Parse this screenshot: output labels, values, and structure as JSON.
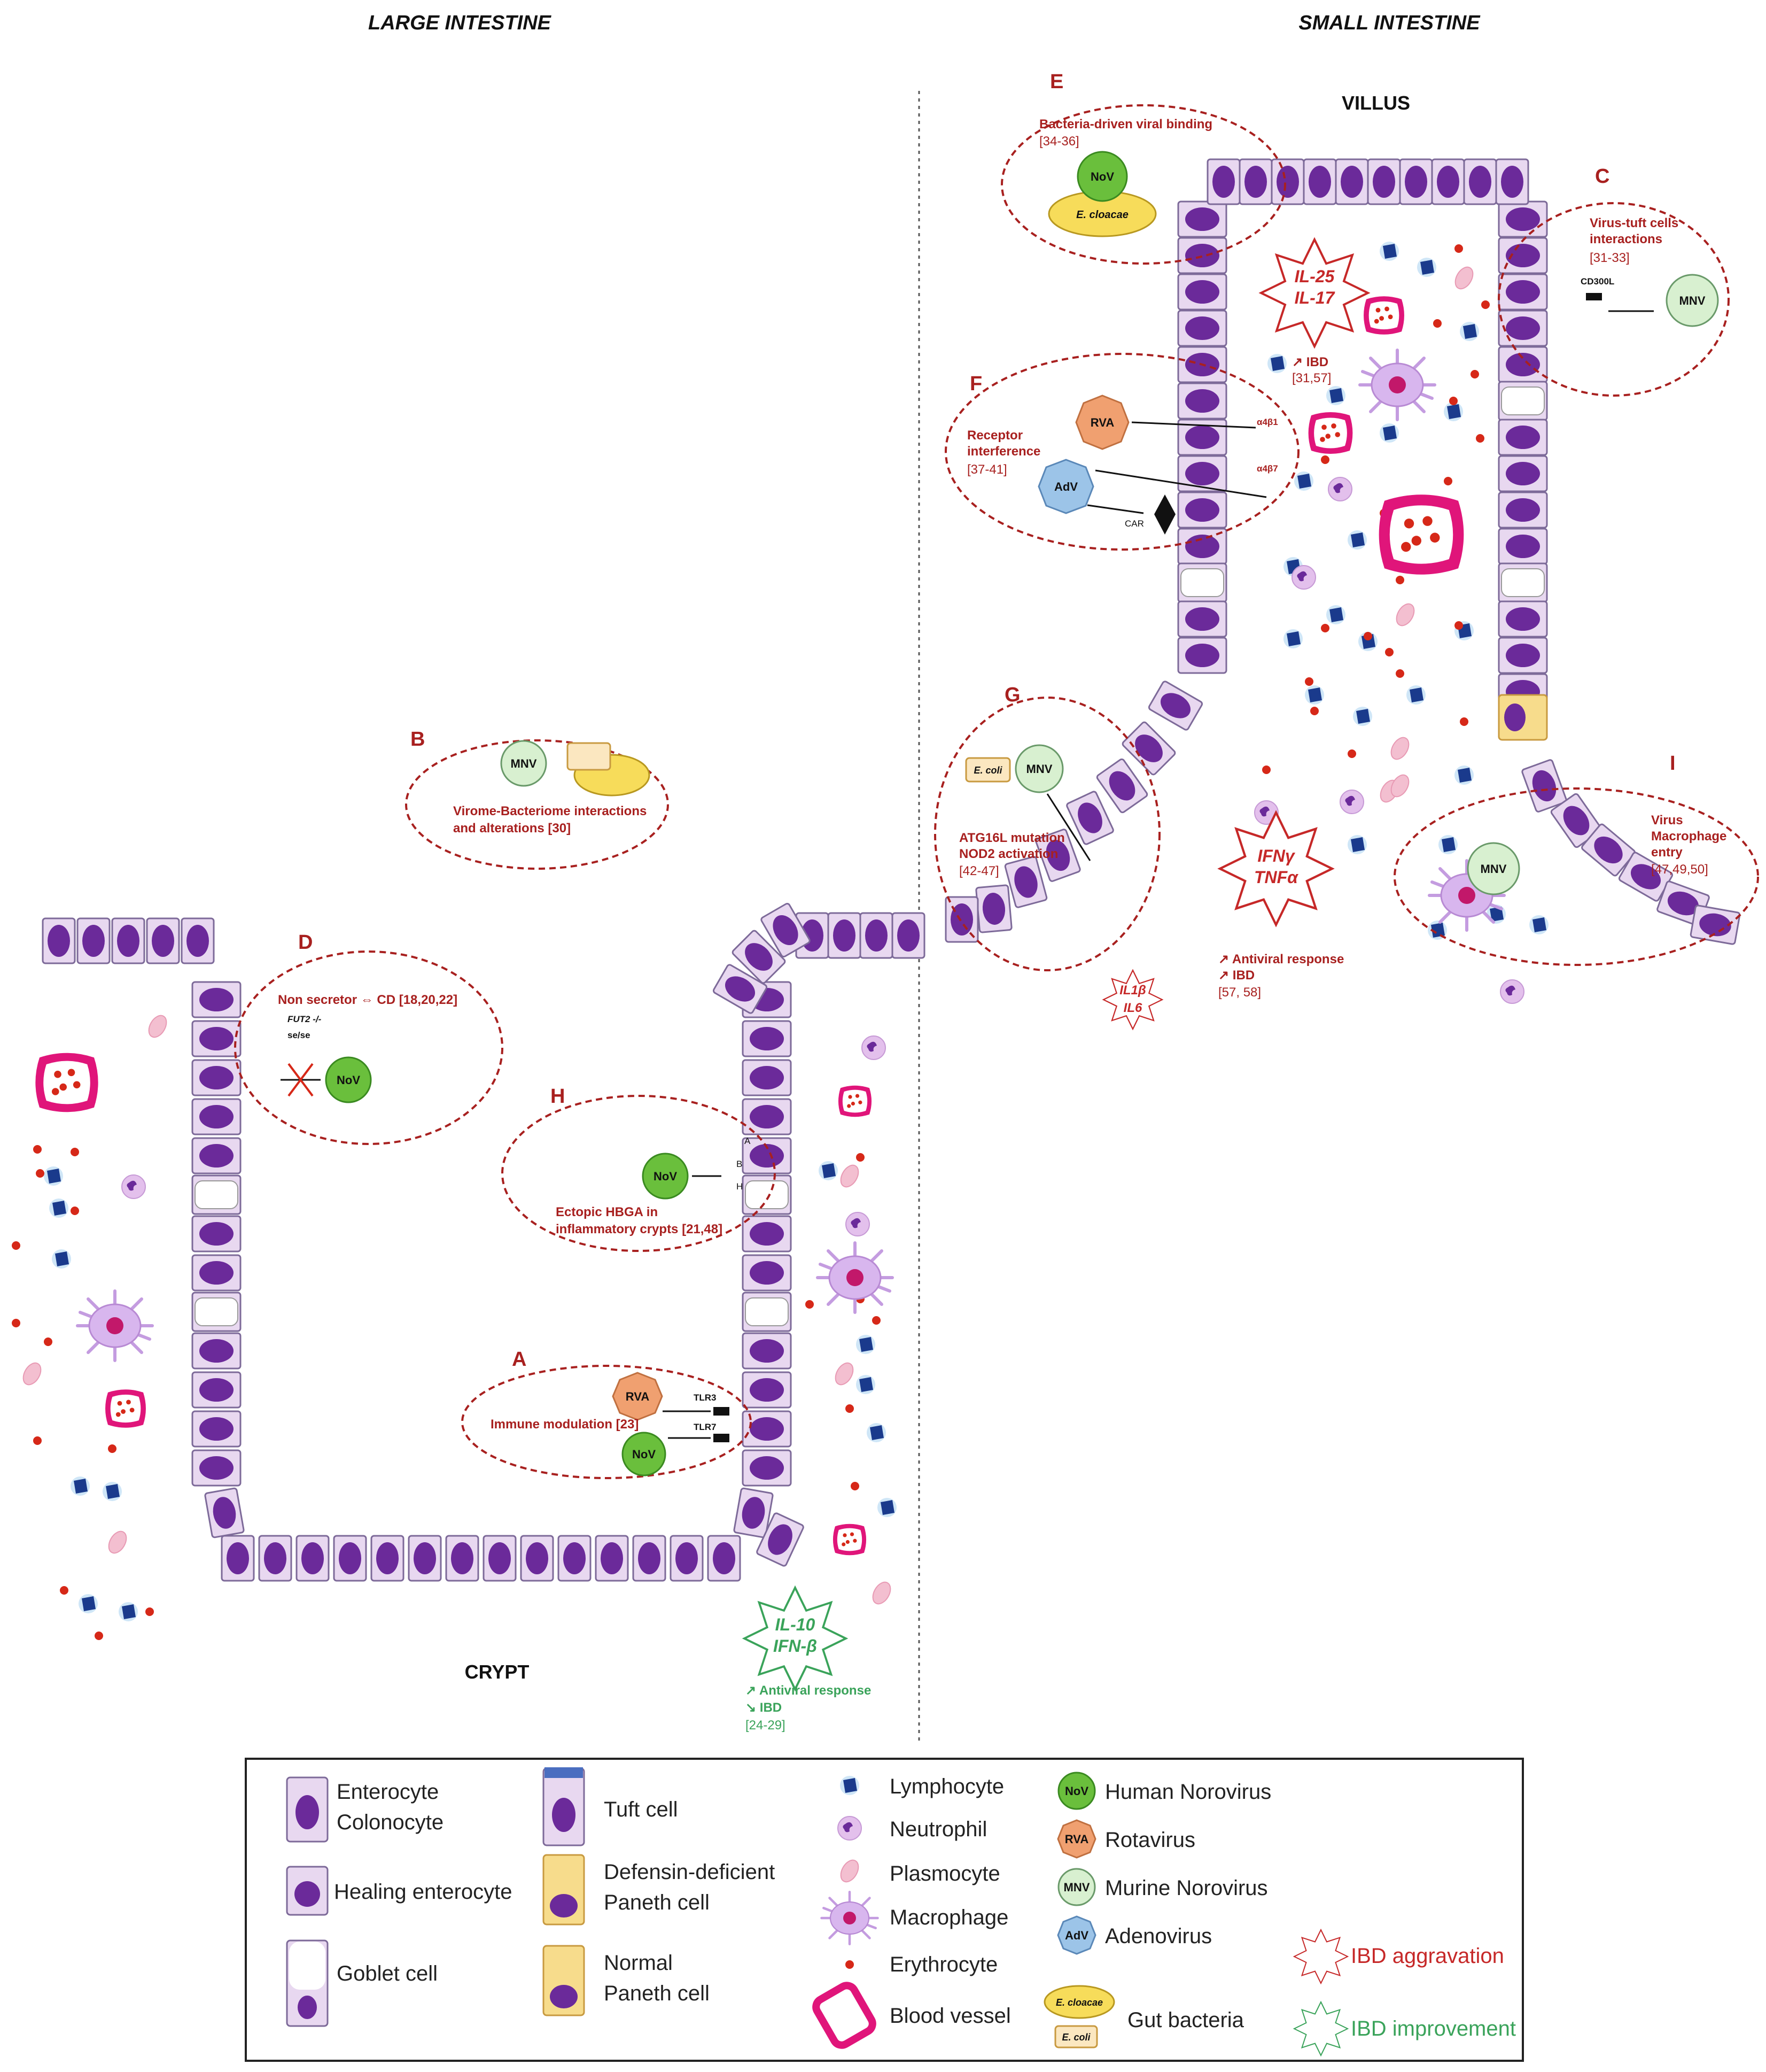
{
  "headers": {
    "large_intestine": "LARGE INTESTINE",
    "small_intestine": "SMALL INTESTINE",
    "villus": "VILLUS",
    "crypt": "CRYPT"
  },
  "panels": {
    "A": {
      "letter": "A",
      "title": "Immune modulation [23]",
      "tlr3": "TLR3",
      "tlr7": "TLR7",
      "virus1": "RVA",
      "virus2": "NoV"
    },
    "B": {
      "letter": "B",
      "line1": "Virome-Bacteriome interactions",
      "line2": "and alterations [30]",
      "virus": "MNV"
    },
    "C": {
      "letter": "C",
      "line1": "Virus-tuft cells",
      "line2": "interactions",
      "ref": "[31-33]",
      "receptor": "CD300L",
      "virus": "MNV"
    },
    "D": {
      "letter": "D",
      "title": "Non secretor ⇔ CD [18,20,22]",
      "gene1": "FUT2 -/-",
      "gene2": "se/se",
      "virus": "NoV"
    },
    "E": {
      "letter": "E",
      "title": "Bacteria-driven viral binding",
      "ref": "[34-36]",
      "virus": "NoV",
      "bacterium": "E. cloacae"
    },
    "F": {
      "letter": "F",
      "line1": "Receptor",
      "line2": "interference",
      "ref": "[37-41]",
      "virus1": "RVA",
      "virus2": "AdV",
      "integrin1": "α4β1",
      "integrin2": "α4β7",
      "car": "CAR"
    },
    "G": {
      "letter": "G",
      "line1": "ATG16L mutation",
      "line2": "NOD2 activation",
      "ref": "[42-47]",
      "bacterium": "E. coli",
      "virus": "MNV"
    },
    "H": {
      "letter": "H",
      "line1": "Ectopic HBGA in",
      "line2": "inflammatory crypts [21,48]",
      "virus": "NoV",
      "ha": "A",
      "hb": "B",
      "hh": "H"
    },
    "I": {
      "letter": "I",
      "line1": "Virus",
      "line2": "Macrophage",
      "line3": "entry",
      "ref": "[47,49,50]",
      "virus": "MNV"
    }
  },
  "cytokines": {
    "il25": "IL-25",
    "il17": "IL-17",
    "ibd_up": "↗ IBD",
    "ibd_up_ref": "[31,57]",
    "ifng": "IFNγ",
    "tnfa": "TNFα",
    "antiviral_red": "↗ Antiviral response",
    "ibd_red": "↗ IBD",
    "ibd_red_ref": "[57, 58]",
    "il1b": "IL1β",
    "il6": "IL6",
    "il10": "IL-10",
    "ifnb": "IFN-β",
    "antiviral_green": "↗ Antiviral response",
    "ibd_green": "↘ IBD",
    "green_ref": "[24-29]"
  },
  "legend": {
    "enterocyte1": "Enterocyte",
    "enterocyte2": "Colonocyte",
    "healing": "Healing enterocyte",
    "goblet": "Goblet cell",
    "tuft": "Tuft cell",
    "defensin1": "Defensin-deficient",
    "defensin2": "Paneth cell",
    "paneth1": "Normal",
    "paneth2": "Paneth cell",
    "lymphocyte": "Lymphocyte",
    "neutrophil": "Neutrophil",
    "plasmocyte": "Plasmocyte",
    "macrophage": "Macrophage",
    "erythrocyte": "Erythrocyte",
    "blood_vessel": "Blood vessel",
    "hnov": "Human Norovirus",
    "rva": "Rotavirus",
    "mnv": "Murine Norovirus",
    "adv": "Adenovirus",
    "gut_bacteria": "Gut bacteria",
    "ibd_aggr": "IBD aggravation",
    "ibd_impr": "IBD improvement",
    "icon_nov": "NoV",
    "icon_rva": "RVA",
    "icon_mnv": "MNV",
    "icon_adv": "AdV",
    "icon_ecl": "E. cloacae",
    "icon_eco": "E. coli"
  },
  "colors": {
    "cell_fill": "#e8d8f0",
    "cell_stroke": "#7d6a99",
    "nucleus": "#6b2a9a",
    "nov": "#6abf3c",
    "rva": "#f0a070",
    "mnv": "#d8f0d0",
    "adv": "#9cc4e8",
    "paneth": "#f7dc8c",
    "vessel": "#e0157a",
    "lymph": "#1a3a8c",
    "eryth": "#d62818",
    "dash": "#a8201f",
    "green": "#3aa35a"
  }
}
